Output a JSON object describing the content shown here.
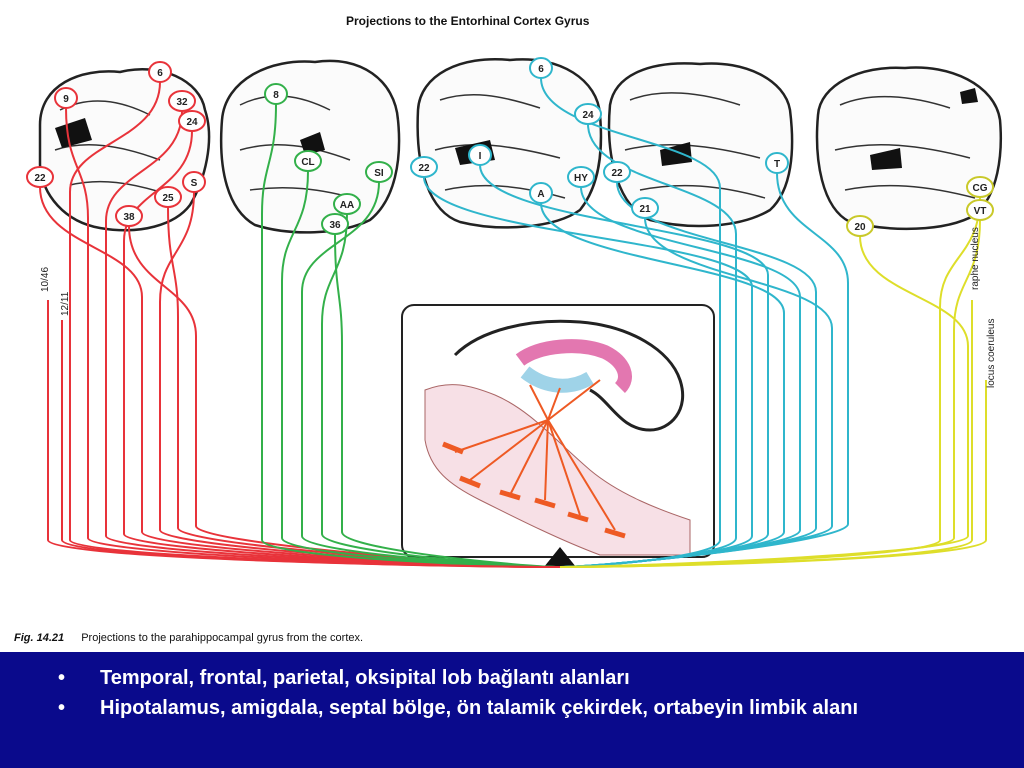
{
  "figure": {
    "title": "Projections to the Entorhinal Cortex Gyrus",
    "caption_number": "Fig. 14.21",
    "caption_text": "Projections to the parahippocampal gyrus from the cortex.",
    "colors": {
      "red": "#e8333a",
      "green": "#33b04a",
      "cyan": "#2fb6cc",
      "yellow": "#dede2a",
      "node_red": "#e8333a",
      "node_green": "#33b04a",
      "node_cyan": "#2fb6cc",
      "node_yellow": "#c9c92a"
    },
    "nodes": {
      "red": [
        "6",
        "9",
        "32",
        "24",
        "22",
        "S",
        "25",
        "38"
      ],
      "green": [
        "8",
        "CL",
        "SI",
        "AA",
        "36"
      ],
      "cyan": [
        "6",
        "24",
        "22",
        "I",
        "A",
        "HY",
        "22",
        "21",
        "T"
      ],
      "yellow": [
        "CG",
        "VT",
        "20"
      ]
    },
    "side_labels": {
      "left": [
        "10/46",
        "12/11"
      ],
      "right": [
        "raphe nucleus",
        "locus coeruleus"
      ]
    }
  },
  "bullets": [
    "Temporal, frontal, parietal, oksipital lob bağlantı alanları",
    "Hipotalamus, amigdala, septal bölge, ön talamik çekirdek, ortabeyin limbik alanı"
  ]
}
